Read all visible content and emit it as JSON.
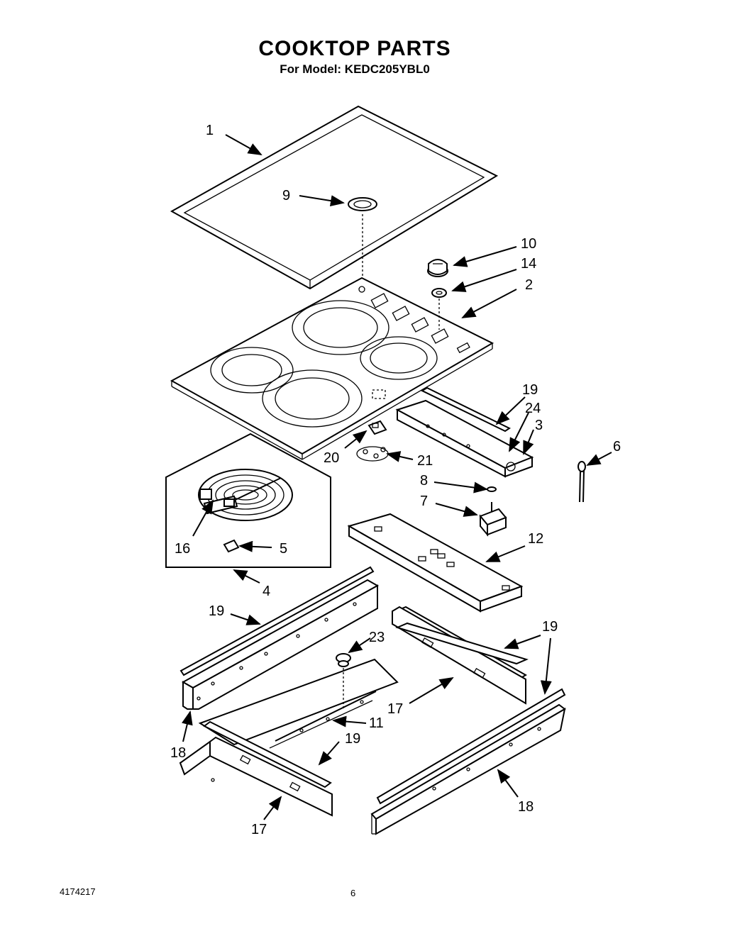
{
  "header": {
    "title": "COOKTOP PARTS",
    "subtitle": "For Model: KEDC205YBL0"
  },
  "footer": {
    "doc_number": "4174217",
    "page_number": "6"
  },
  "callouts": {
    "c1": "1",
    "c2": "2",
    "c3": "3",
    "c4": "4",
    "c5": "5",
    "c6": "6",
    "c7": "7",
    "c8": "8",
    "c9": "9",
    "c10": "10",
    "c11": "11",
    "c12": "12",
    "c14": "14",
    "c16": "16",
    "c17a": "17",
    "c17b": "17",
    "c18a": "18",
    "c18b": "18",
    "c19a": "19",
    "c19b": "19",
    "c19c": "19",
    "c19d": "19",
    "c20": "20",
    "c21": "21",
    "c23": "23",
    "c24": "24"
  }
}
